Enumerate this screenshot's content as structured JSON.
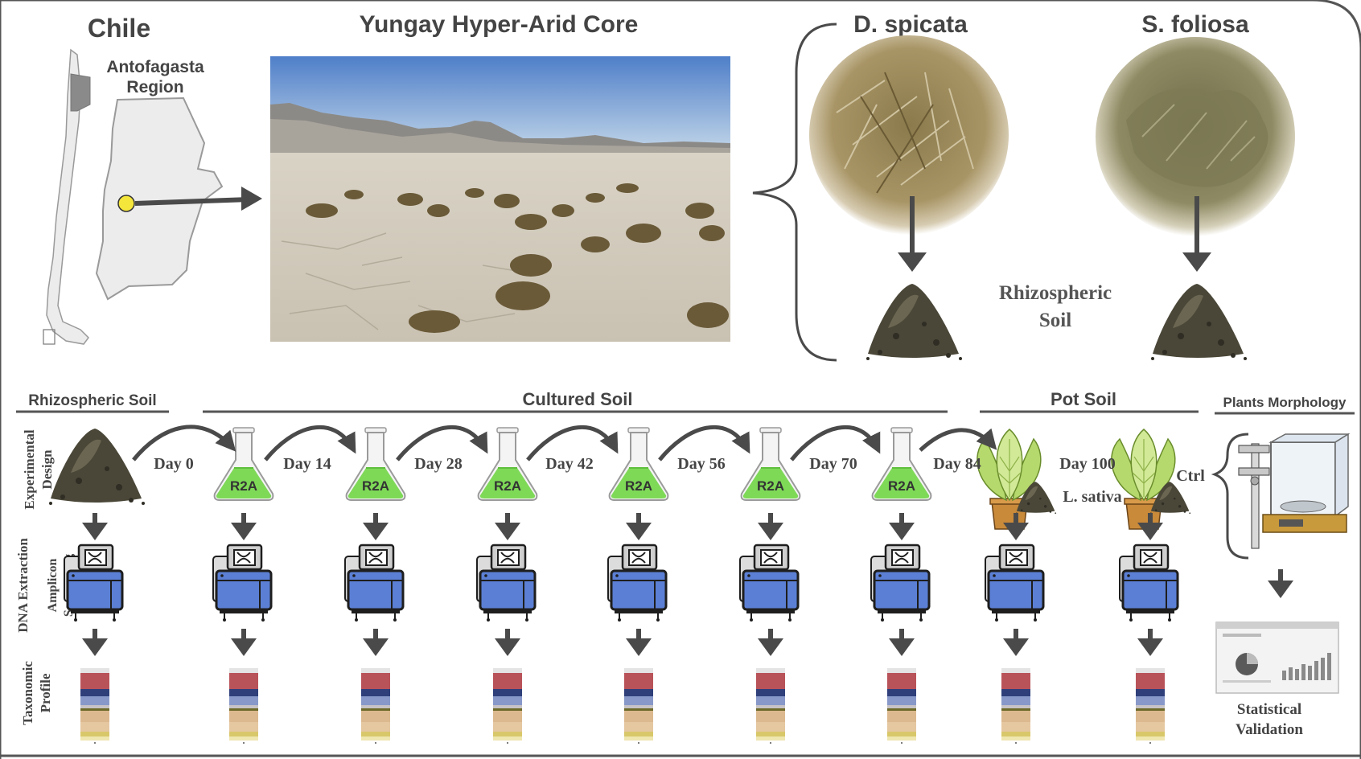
{
  "map": {
    "country": "Chile",
    "region": "Antofagasta Region"
  },
  "site": {
    "title": "Yungay Hyper-Arid Core"
  },
  "plants": {
    "left": "D. spicata",
    "right": "S. foliosa",
    "soil_label": "Rhizospheric Soil"
  },
  "sections": {
    "rhizospheric": "Rhizospheric Soil",
    "cultured": "Cultured Soil",
    "pot": "Pot Soil",
    "morphology": "Plants Morphology"
  },
  "row_labels": {
    "design": "Experimental Design",
    "dna": "DNA Extraction",
    "amplicon": "Amplicon Sequencing",
    "taxonomic": "Taxonomic Profile"
  },
  "timeline": {
    "days": [
      "Day 0",
      "Day 14",
      "Day 28",
      "Day 42",
      "Day 56",
      "Day 70",
      "Day 84",
      "Day 100"
    ],
    "medium": "R2A",
    "pot_plant": "L. sativa",
    "control": "Ctrl"
  },
  "validation": "Statistical Validation",
  "colors": {
    "frame": "#555555",
    "arrow": "#4a4a4a",
    "flask_liquid": "#7ed957",
    "sequencer_blue": "#5b7fd4",
    "marker_yellow": "#f5e63c",
    "soil": "#4a4738",
    "lettuce": "#c9e58a"
  },
  "icons": {
    "map": "chile-map-icon",
    "photo": "desert-landscape-photo",
    "soil": "soil-pile-icon",
    "flask": "erlenmeyer-flask-icon",
    "sequencer": "dna-sequencer-icon",
    "profile": "taxonomic-bar-icon",
    "plant": "lettuce-pot-icon",
    "caliper": "caliper-icon",
    "balance": "analytical-balance-icon",
    "dashboard": "statistics-dashboard-icon"
  }
}
